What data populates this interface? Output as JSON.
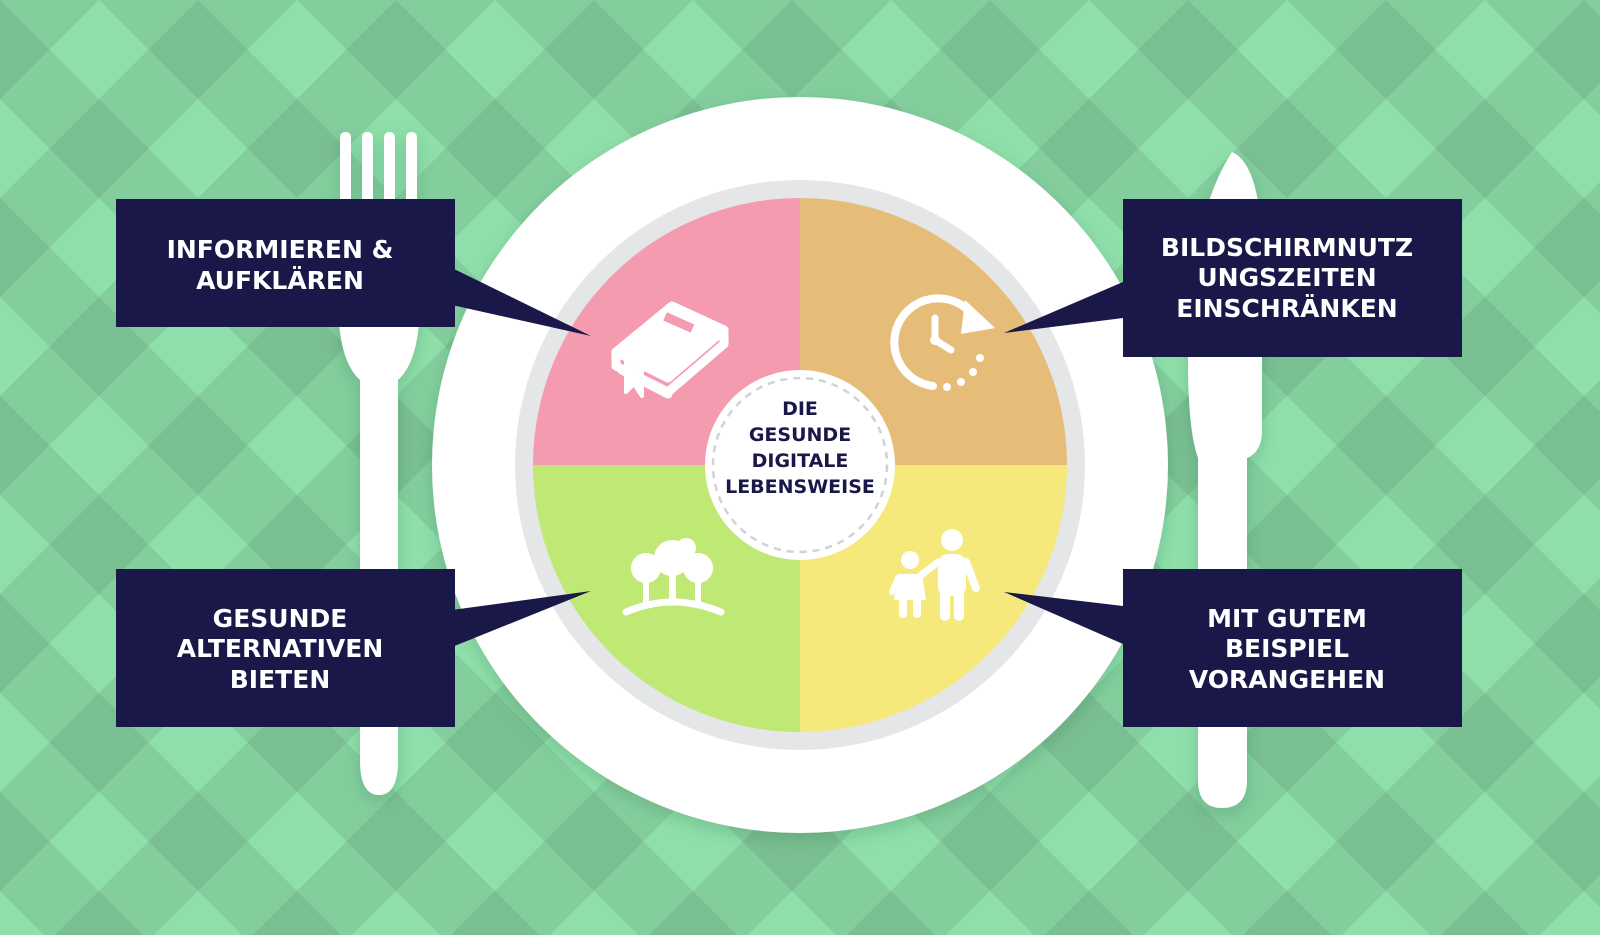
{
  "colors": {
    "background_light": "#8fdfab",
    "background_dark": "#6ccd91",
    "plate": "#ffffff",
    "plate_rim": "#e4e6e8",
    "label_box": "#1a1749",
    "label_text": "#ffffff",
    "center_text": "#1a1749",
    "center_dash": "#cfd2d6",
    "quadrant_top_left": "#f59bb0",
    "quadrant_top_right": "#e6bd78",
    "quadrant_bottom_left": "#c0e875",
    "quadrant_bottom_right": "#f5e97b",
    "cutlery": "#ffffff"
  },
  "center": {
    "lines": [
      "DIE",
      "GESUNDE",
      "DIGITALE",
      "LEBENSWEISE"
    ]
  },
  "labels": {
    "top_left": {
      "lines": [
        "INFORMIEREN &",
        "AUFKLÄREN"
      ],
      "icon": "book-icon"
    },
    "top_right": {
      "lines": [
        "BILDSCHIRMNUTZ",
        "UNGSZEITEN",
        "EINSCHRÄNKEN"
      ],
      "icon": "clock-timer-icon"
    },
    "bottom_left": {
      "lines": [
        "GESUNDE",
        "ALTERNATIVEN",
        "BIETEN"
      ],
      "icon": "trees-icon"
    },
    "bottom_right": {
      "lines": [
        "MIT GUTEM",
        "BEISPIEL",
        "VORANGEHEN"
      ],
      "icon": "parent-child-icon"
    }
  }
}
